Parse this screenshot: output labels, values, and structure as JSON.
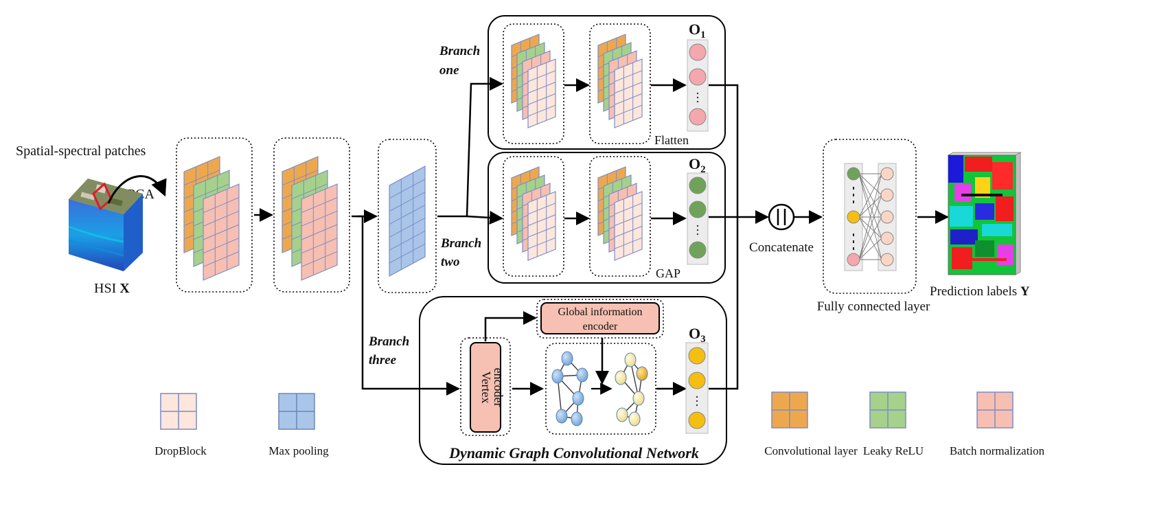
{
  "input": {
    "patches_label": "Spatial-spectral patches",
    "pca_label": "PCA",
    "hsi_label": "HSI",
    "hsi_symbol": "X"
  },
  "branches": {
    "one": {
      "label_line1": "Branch",
      "label_line2": "one",
      "output_symbol": "O",
      "output_index": "1",
      "op_label": "Flatten",
      "node_color": "#f4a7ad"
    },
    "two": {
      "label_line1": "Branch",
      "label_line2": "two",
      "output_symbol": "O",
      "output_index": "2",
      "op_label": "GAP",
      "node_color": "#6fa35a"
    },
    "three": {
      "label_line1": "Branch",
      "label_line2": "three",
      "output_symbol": "O",
      "output_index": "3",
      "node_color": "#f5be12"
    }
  },
  "dgcn": {
    "title": "Dynamic Graph Convolutional Network",
    "vertex_encoder_line1": "Vertex",
    "vertex_encoder_line2": "encoder",
    "global_encoder_line1": "Global information",
    "global_encoder_line2": "encoder"
  },
  "fusion": {
    "concat_symbol": "||",
    "concat_label": "Concatenate",
    "fc_label": "Fully connected layer",
    "prediction_label": "Prediction labels",
    "prediction_symbol": "Y"
  },
  "legend": [
    {
      "name": "dropblock",
      "label": "DropBlock",
      "fill": "#fde6dc",
      "stroke": "#7b8cc9"
    },
    {
      "name": "max-pooling",
      "label": "Max pooling",
      "fill": "#a9c5e8",
      "stroke": "#6b86b8"
    },
    {
      "name": "conv-layer",
      "label": "Convolutional layer",
      "fill": "#eda84e",
      "stroke": "#7b8cc9"
    },
    {
      "name": "leaky-relu",
      "label": "Leaky  ReLU",
      "fill": "#a6d18b",
      "stroke": "#7b8cc9"
    },
    {
      "name": "batch-norm",
      "label": "Batch normalization",
      "fill": "#f6bfb1",
      "stroke": "#7b8cc9"
    }
  ],
  "colors": {
    "conv": "#eda84e",
    "relu": "#a6d18b",
    "bn": "#f6bfb1",
    "dropblock": "#fde6dc",
    "maxpool": "#a9c5e8",
    "grid_line": "#7b8cc9",
    "encoder_fill": "#f6c0b2"
  }
}
